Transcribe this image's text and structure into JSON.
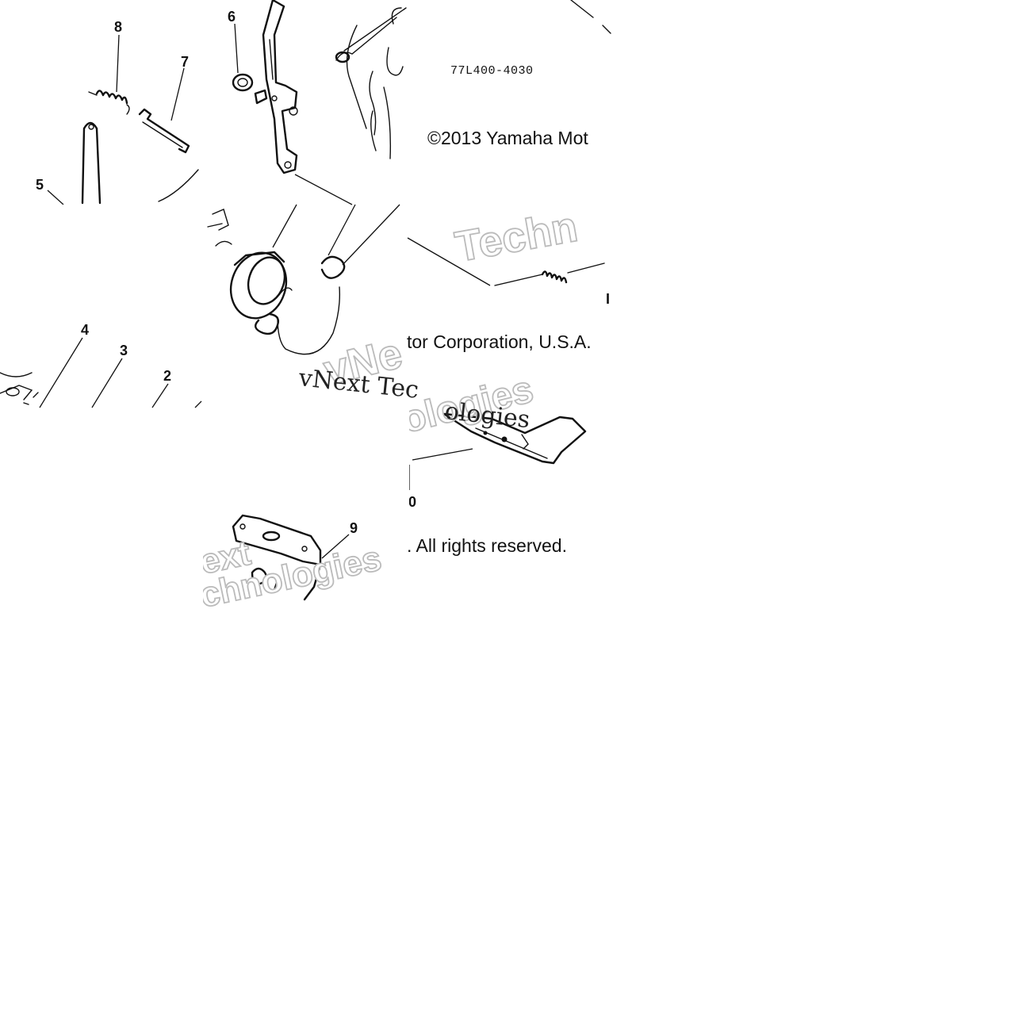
{
  "diagram": {
    "part_code": "77L400-4030",
    "callouts": [
      "8",
      "6",
      "7",
      "5",
      "4",
      "3",
      "2",
      "9",
      "0",
      "I",
      "l"
    ],
    "copyright_fragments": {
      "line1": "©2013 Yamaha Mot",
      "line2": "tor Corporation, U.S.A.",
      "line3": ". All rights reserved."
    },
    "watermark_fragments": {
      "serif_line": "vNext Tec",
      "serif_tail": "ologies",
      "outline_right": "Techn",
      "outline_mid": "vNe",
      "outline_mid2": "ologies",
      "outline_bottom1": "ext",
      "outline_bottom2": "chnologies"
    }
  }
}
